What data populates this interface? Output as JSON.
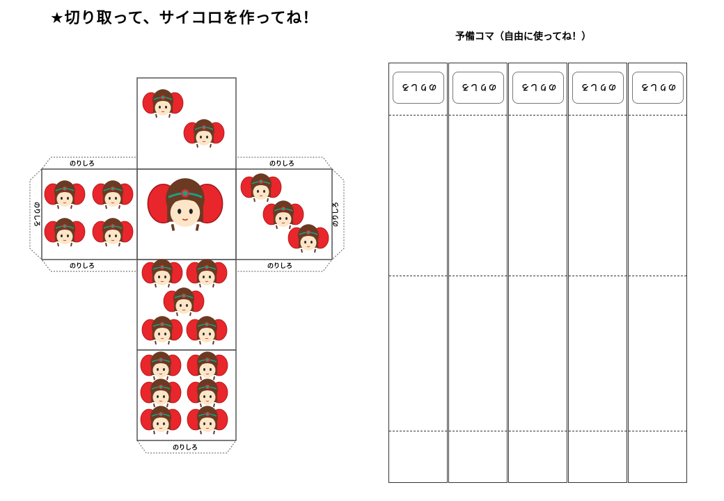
{
  "title": "★切り取って、サイコロを作ってね！",
  "spare_heading": "予備コマ（自由に使ってね！）",
  "glue_flap_label": "のりしろ",
  "colors": {
    "ribbon": "#e8262b",
    "hair": "#6b3a22",
    "skin": "#fde6c8",
    "gem": "#1aa08a",
    "outline": "#555555"
  },
  "dice_net": {
    "faces": [
      {
        "name": "face-2",
        "pips": 2
      },
      {
        "name": "face-4",
        "pips": 4
      },
      {
        "name": "face-1",
        "pips": 1
      },
      {
        "name": "face-3",
        "pips": 3
      },
      {
        "name": "face-5",
        "pips": 5
      },
      {
        "name": "face-6",
        "pips": 6
      }
    ]
  },
  "spare_strips": [
    {
      "tab_label": "のりしろ"
    },
    {
      "tab_label": "のりしろ"
    },
    {
      "tab_label": "のりしろ"
    },
    {
      "tab_label": "のりしろ"
    },
    {
      "tab_label": "のりしろ"
    }
  ]
}
